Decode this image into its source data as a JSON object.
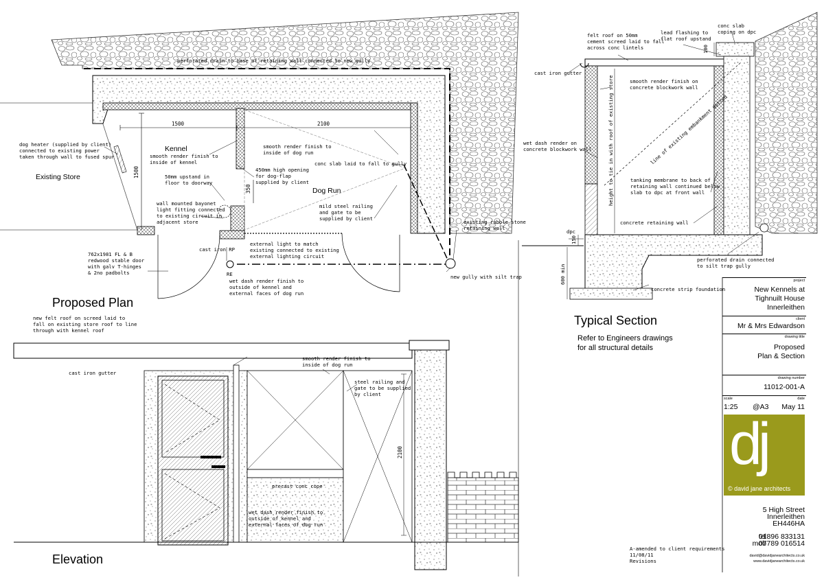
{
  "plan": {
    "title": "Proposed Plan",
    "labels": {
      "drain_top": "perforated drain to base of retaining wall connected to new gully",
      "dog_heater": [
        "dog heater (supplied by client)",
        "connected to existing power",
        "taken through wall to fused spur"
      ],
      "existing_store": "Existing Store",
      "kennel": "Kennel",
      "kennel_render": [
        "smooth render finish to",
        "inside of kennel"
      ],
      "upstand": [
        "50mm upstand in",
        "floor to doorway"
      ],
      "opening": [
        "450mm high opening",
        "for dog-flap",
        "supplied by client"
      ],
      "dogrun_render": [
        "smooth render finish to",
        "inside of dog run"
      ],
      "slab": "conc slab laid to fall to gully",
      "dog_run": "Dog Run",
      "railing": [
        "mild steel railing",
        "and gate to be",
        "supplied by client"
      ],
      "light": [
        "wall mounted bayonet",
        "light fitting connected",
        "to existing circuit in",
        "adjacent store"
      ],
      "door": [
        "762x1981 FL & B",
        "redwood stable door",
        "with galv T-hinges",
        "& 2no padbolts"
      ],
      "rp": "cast iron RP",
      "ext_light": [
        "external light to match",
        "existing connected to existing",
        "external lighting circuit"
      ],
      "rubble": [
        "existing rubble stone",
        "retaining wall"
      ],
      "re": "RE",
      "gully": "new gully with silt trap",
      "dash": [
        "wet dash render finish to",
        "outside of kennel and",
        "external faces of dog run"
      ],
      "dim_1500": "1500",
      "dim_2100": "2100",
      "dim_1500v": "1500",
      "dim_350": "350"
    }
  },
  "section": {
    "title": "Typical Section",
    "note": [
      "Refer to Engineers drawings",
      "for all structural details"
    ],
    "labels": {
      "felt": [
        "felt roof on 50mm",
        "cement screed laid to fall",
        "across conc lintels"
      ],
      "flashing": [
        "lead flashing to",
        "flat roof upstand"
      ],
      "coping": [
        "conc slab",
        "coping on dpc"
      ],
      "gutter": "cast iron gutter",
      "smooth": [
        "smooth render finish on",
        "concrete blockwork wall"
      ],
      "wet_dash": [
        "wet dash render on",
        "concrete blockwork wall"
      ],
      "height": "height to tie in with roof of existing store",
      "embankment": "line of existing embankment dotted",
      "tanking": [
        "tanking membrane to back of",
        "retaining wall continued below",
        "slab to dpc at front wall"
      ],
      "retaining": "concrete retaining wall",
      "dpc": "dpc",
      "d150": "150",
      "d600": "600 min",
      "d100": "100",
      "perf": [
        "perforated drain connected",
        "to silt trap gully"
      ],
      "strip": "concrete strip foundation"
    }
  },
  "elevation": {
    "title": "Elevation",
    "labels": {
      "roof": [
        "new felt roof on screed laid to",
        "fall on existing store roof to line",
        "through with kennel roof"
      ],
      "gutter": "cast iron gutter",
      "smooth": [
        "smooth render finish to",
        "inside of dog run"
      ],
      "railing": [
        "steel railing and",
        "gate to be supplied",
        "by client"
      ],
      "dim_2100": "2100",
      "cope": "precast conc cope",
      "dash": [
        "wet dash render finish to",
        "outside of kennel and",
        "external faces of dog run"
      ]
    }
  },
  "revisions": [
    "A-amended to client requirements",
    "11/08/11",
    "Revisions"
  ],
  "title_block": {
    "project_caption": "project",
    "project": [
      "New Kennels at",
      "Tighnuilt House",
      "Innerleithen"
    ],
    "client_caption": "client",
    "client": "Mr & Mrs Edwardson",
    "drawing_title_caption": "drawing title",
    "drawing_title": [
      "Proposed",
      "Plan & Section"
    ],
    "drawing_number_caption": "drawing number",
    "drawing_number": "11012-001-A",
    "scale_caption": "scale",
    "scale": "1:25",
    "size": "@A3",
    "date_caption": "date",
    "date": "May 11",
    "logo_mark": "dj",
    "logo_copy": "© david jane architects",
    "address": [
      "5 High Street",
      "Innerleithen",
      "EH446HA"
    ],
    "tel_label": "tel",
    "tel": "01896 833131",
    "mob_label": "mob",
    "mob": "07789 016514",
    "email": "david@davidjanearchitects.co.uk",
    "web": "www.davidjanearchitects.co.uk",
    "logo_color": "#9a9a1c"
  }
}
